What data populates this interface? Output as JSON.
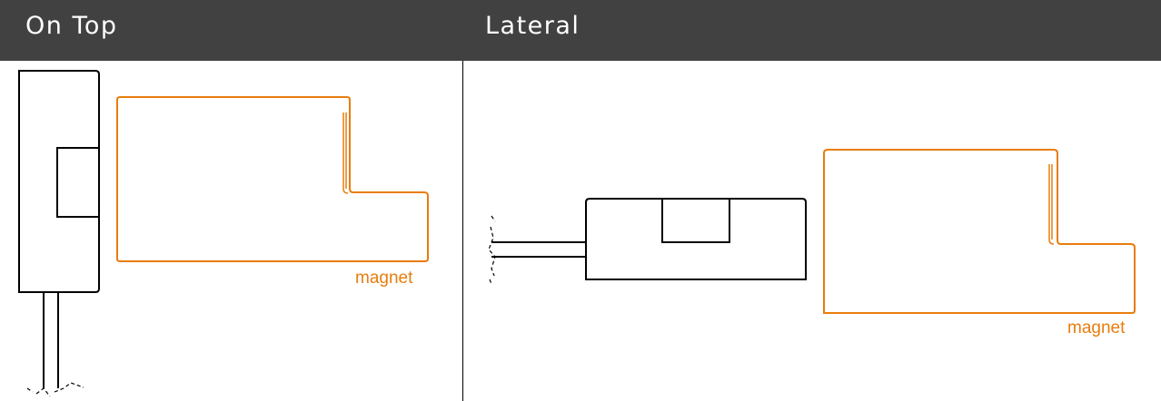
{
  "header": {
    "left_title": "On Top",
    "right_title": "Lateral"
  },
  "diagrams": {
    "on_top": {
      "magnet_label": "magnet"
    },
    "lateral": {
      "magnet_label": "magnet"
    }
  },
  "colors": {
    "header_bg": "#414141",
    "header_text": "#ffffff",
    "magnet": "#e87d0d",
    "outline": "#000000"
  }
}
